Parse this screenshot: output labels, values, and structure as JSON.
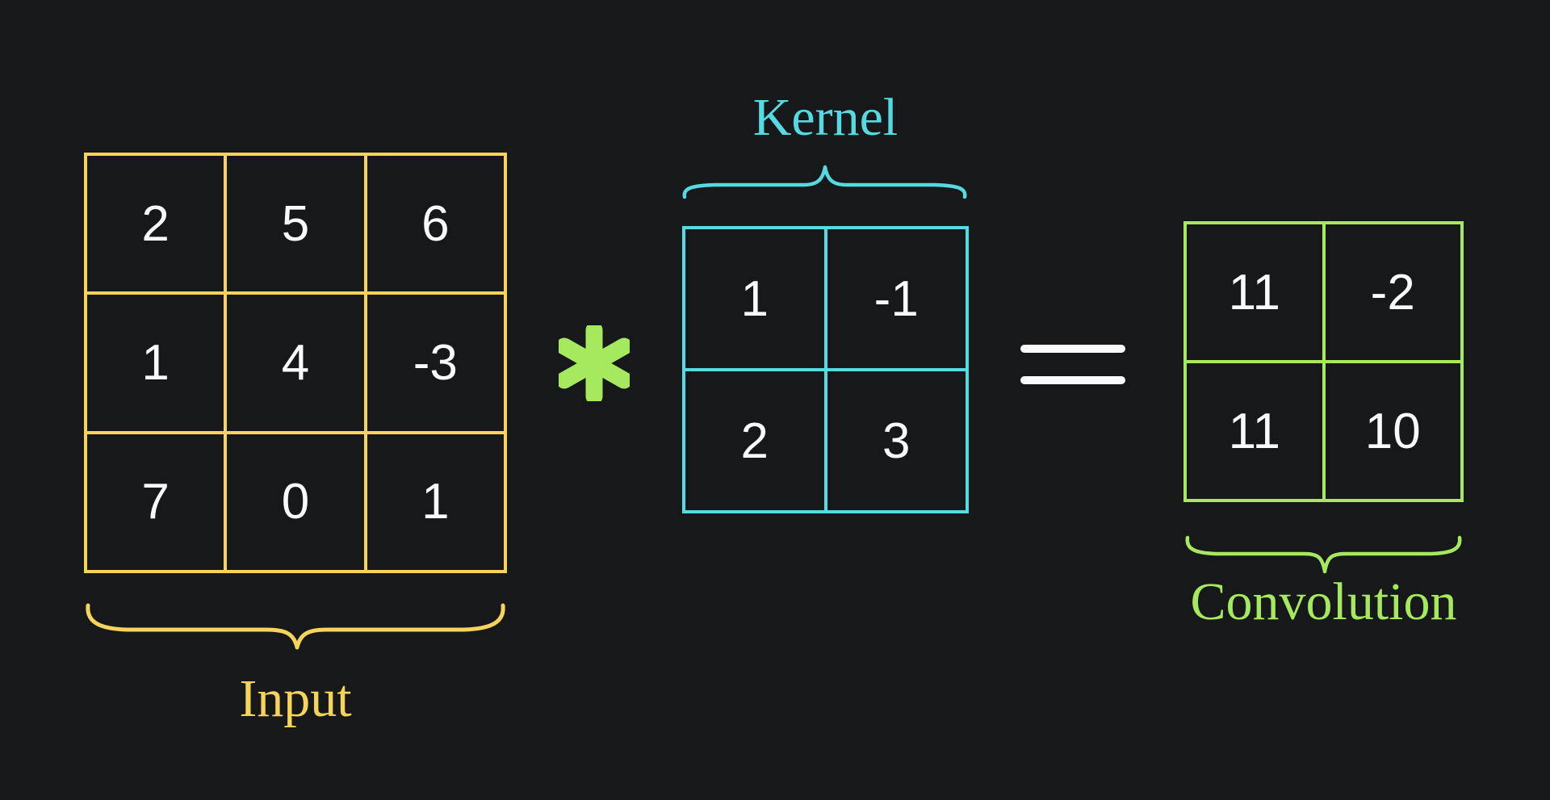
{
  "colors": {
    "bg": "#17181a",
    "yellow": "#f6d35b",
    "cyan": "#55dae2",
    "green": "#a6e95f",
    "white": "#fafafa"
  },
  "input": {
    "label": "Input",
    "rows": 3,
    "cols": 3,
    "values": [
      [
        2,
        5,
        6
      ],
      [
        1,
        4,
        -3
      ],
      [
        7,
        0,
        1
      ]
    ]
  },
  "kernel": {
    "label": "Kernel",
    "rows": 2,
    "cols": 2,
    "values": [
      [
        1,
        -1
      ],
      [
        2,
        3
      ]
    ]
  },
  "result": {
    "label": "Convolution",
    "rows": 2,
    "cols": 2,
    "values": [
      [
        11,
        -2
      ],
      [
        11,
        10
      ]
    ]
  },
  "operators": {
    "convolution_symbol": "∗",
    "equals_symbol": "="
  }
}
